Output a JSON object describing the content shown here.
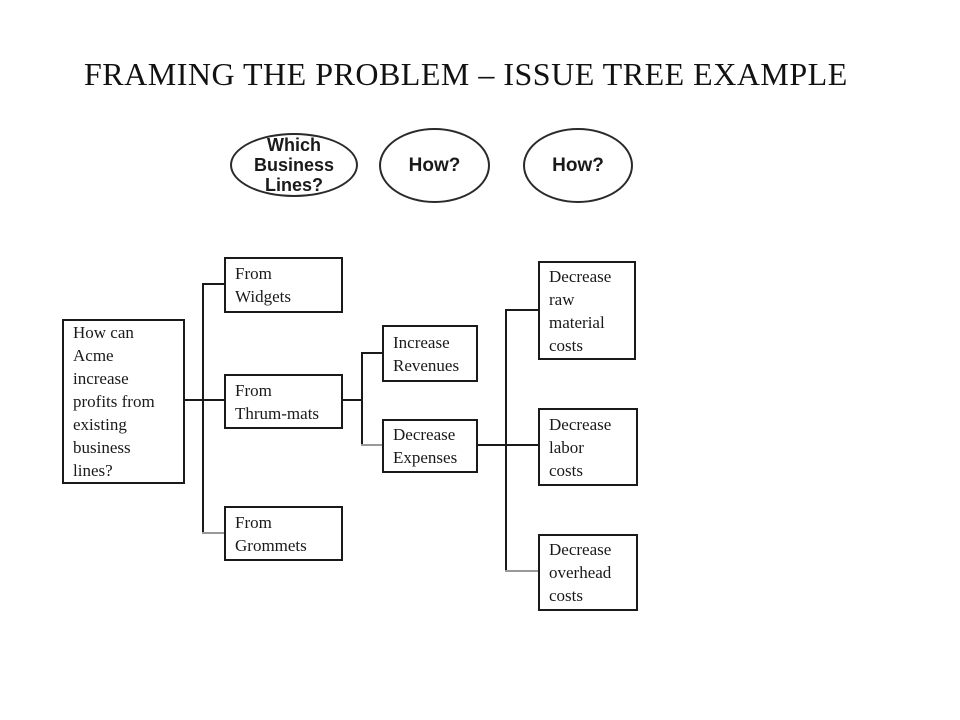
{
  "title": "FRAMING THE PROBLEM – ISSUE TREE EXAMPLE",
  "ellipses": [
    {
      "label": "Which\nBusiness\nLines?"
    },
    {
      "label": "How?"
    },
    {
      "label": "How?"
    }
  ],
  "nodes": {
    "root": {
      "label": "How can\nAcme\nincrease\nprofits from\nexisting\nbusiness\nlines?"
    },
    "from_widgets": {
      "label": "From\nWidgets"
    },
    "from_thrum_mats": {
      "label": "From\nThrum-mats"
    },
    "from_grommets": {
      "label": "From\nGrommets"
    },
    "increase_revenues": {
      "label": "Increase\nRevenues"
    },
    "decrease_expenses": {
      "label": "Decrease\nExpenses"
    },
    "decrease_raw_material": {
      "label": "Decrease\nraw\nmaterial\ncosts"
    },
    "decrease_labor": {
      "label": "Decrease\nlabor\ncosts"
    },
    "decrease_overhead": {
      "label": "Decrease\noverhead\ncosts"
    }
  },
  "colors": {
    "background": "#ffffff",
    "text": "#1a1a1a",
    "line": "#1a1a1a",
    "muted_line": "#999999"
  }
}
